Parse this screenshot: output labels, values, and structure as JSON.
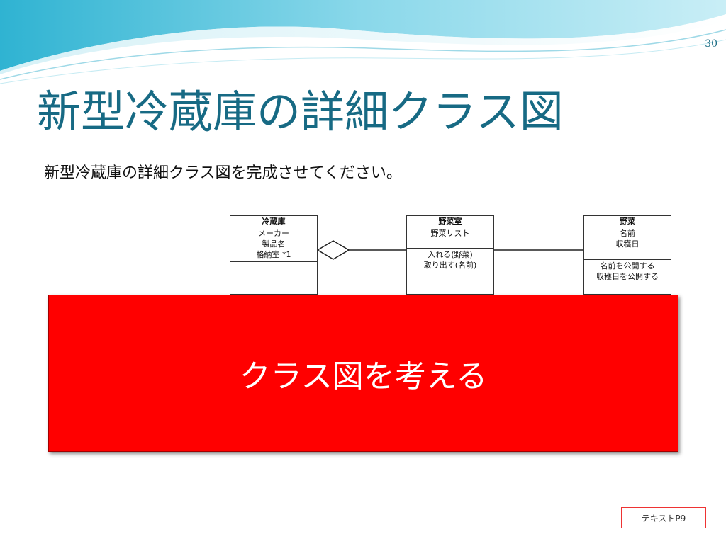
{
  "slide": {
    "page_number": "30",
    "title": "新型冷蔵庫の詳細クラス図",
    "subtitle": "新型冷蔵庫の詳細クラス図を完成させてください。"
  },
  "diagram": {
    "classes": [
      {
        "name": "冷蔵庫",
        "attributes": [
          "メーカー",
          "製品名",
          "格納室 *1"
        ],
        "operations": []
      },
      {
        "name": "野菜室",
        "attributes": [
          "野菜リスト"
        ],
        "operations": [
          "入れる(野菜)",
          "取り出す(名前)"
        ]
      },
      {
        "name": "野菜",
        "attributes": [
          "名前",
          "収穫日"
        ],
        "operations": [
          "名前を公開する",
          "収穫日を公開する"
        ]
      }
    ]
  },
  "overlay": {
    "label": "クラス図を考える",
    "color": "#ff0000"
  },
  "reference": {
    "label": "テキストP9"
  },
  "colors": {
    "title": "#176a84",
    "wave": "#5ec4dc"
  }
}
